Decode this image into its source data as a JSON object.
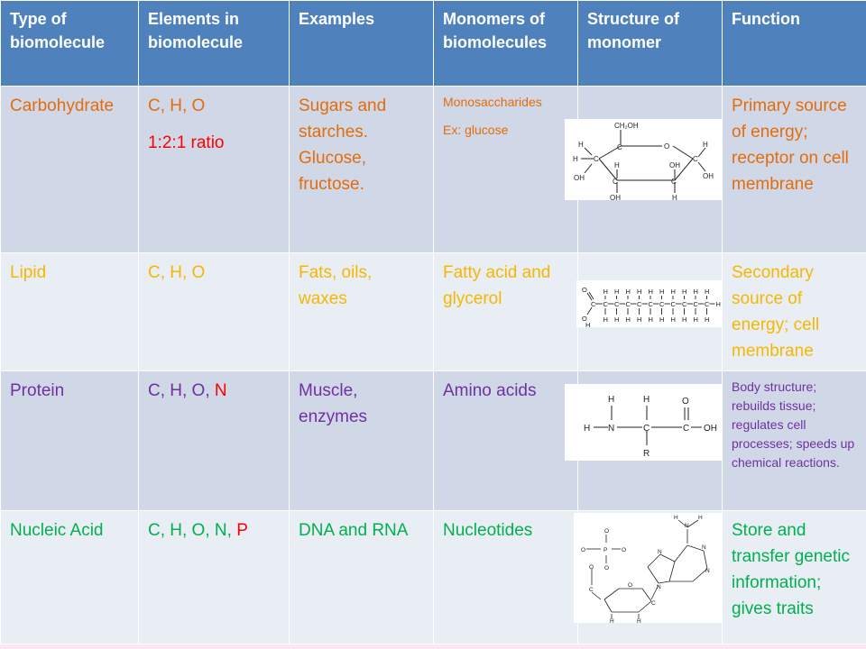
{
  "headers": [
    "Type of biomolecule",
    "Elements in biomolecule",
    "Examples",
    "Monomers of biomolecules",
    "Structure of monomer",
    "Function"
  ],
  "rows": [
    {
      "type": "Carbohydrate",
      "elements": "C, H, O",
      "elements_extra": "1:2:1 ratio",
      "examples": "Sugars and starches. Glucose, fructose.",
      "monomer": "Monosaccharides",
      "monomer_extra": "Ex: glucose",
      "structure_icon": "glucose-ring-structure",
      "function": "Primary source of energy; receptor on cell membrane"
    },
    {
      "type": "Lipid",
      "elements": "C, H, O",
      "examples": "Fats, oils, waxes",
      "monomer": "Fatty acid and glycerol",
      "structure_icon": "fatty-acid-chain-structure",
      "function": "Secondary source of energy; cell membrane"
    },
    {
      "type": "Protein",
      "elements": "C, H, O, ",
      "elements_highlight": "N",
      "examples": "Muscle, enzymes",
      "monomer": "Amino acids",
      "structure_icon": "amino-acid-structure",
      "function": "Body structure; rebuilds tissue; regulates cell processes; speeds up chemical reactions."
    },
    {
      "type": "Nucleic Acid",
      "elements": "C, H, O, N, ",
      "elements_highlight": "P",
      "examples": "DNA and RNA",
      "monomer": "Nucleotides",
      "structure_icon": "nucleotide-structure",
      "function": "Store and transfer genetic information; gives traits"
    }
  ],
  "structures": {
    "glucose": {
      "ch2oh": "CH₂OH",
      "h": "H",
      "c": "C",
      "o": "O",
      "oh": "OH"
    },
    "fatty_acid": {
      "o": "O",
      "c": "C",
      "h": "H"
    },
    "amino_acid": {
      "h": "H",
      "n": "N",
      "c": "C",
      "o": "O",
      "oh": "OH",
      "r": "R"
    },
    "nucleotide": {
      "o": "O",
      "p": "P",
      "c": "C",
      "n": "N",
      "h": "H"
    }
  },
  "colors": {
    "header_bg": "#4f81bd",
    "row_dark": "#d0d8e8",
    "row_light": "#e9edf4",
    "carbohydrate": "#e46c0a",
    "lipid": "#f5b800",
    "protein": "#7030a0",
    "nucleic_acid": "#00b050",
    "highlight": "#ff0000",
    "footer": "#fbe6f3"
  }
}
